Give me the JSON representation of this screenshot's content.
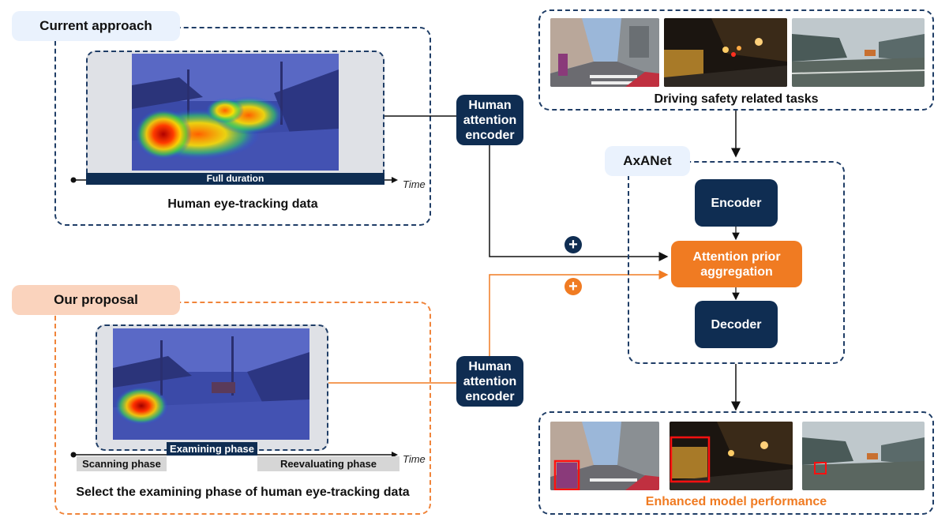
{
  "current_approach": {
    "label": "Current approach",
    "timeline_bar": "Full duration",
    "time_label": "Time",
    "caption": "Human eye-tracking data"
  },
  "our_proposal": {
    "label": "Our proposal",
    "examining_phase": "Examining phase",
    "scanning_phase": "Scanning phase",
    "reevaluating_phase": "Reevaluating phase",
    "time_label": "Time",
    "caption": "Select the examining phase of human eye-tracking data"
  },
  "encoders": {
    "top": [
      "Human",
      "attention",
      "encoder"
    ],
    "bottom": [
      "Human",
      "attention",
      "encoder"
    ]
  },
  "tasks": {
    "caption": "Driving safety related tasks"
  },
  "axanet": {
    "label": "AxANet",
    "encoder": "Encoder",
    "aggregation": [
      "Attention prior",
      "aggregation"
    ],
    "decoder": "Decoder",
    "plus_symbol": "+"
  },
  "output": {
    "caption": "Enhanced model performance"
  },
  "colors": {
    "navy": "#0f2d52",
    "orange": "#f07b22",
    "label_blue_bg": "#eaf2fd",
    "label_orange_bg": "#fad3bd"
  }
}
